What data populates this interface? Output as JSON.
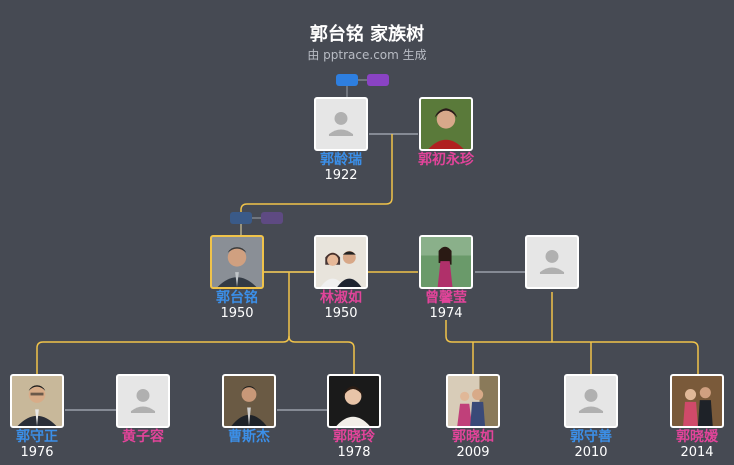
{
  "title": "郭台铭 家族树",
  "subtitle": "由 pptrace.com 生成",
  "colors": {
    "background": "#464a53",
    "male": "#3b8fe8",
    "female": "#e2449a",
    "line_gold": "#f0c34a",
    "line_gray": "#9aa0aa",
    "highlight_border": "#f0c34a"
  },
  "people": {
    "guo_lingrui": {
      "name": "郭龄瑞",
      "year": "1922",
      "gender": "male",
      "photo": "placeholder"
    },
    "guo_chu_yongzhen": {
      "name": "郭初永珍",
      "year": "",
      "gender": "female",
      "photo": "elderly-woman-portrait"
    },
    "guo_taiming": {
      "name": "郭台铭",
      "year": "1950",
      "gender": "male",
      "photo": "man-portrait",
      "highlight": true
    },
    "lin_shuru": {
      "name": "林淑如",
      "year": "1950",
      "gender": "female",
      "photo": "couple-portrait"
    },
    "zeng_xinying": {
      "name": "曾馨莹",
      "year": "1974",
      "gender": "female",
      "photo": "woman-pink-dress"
    },
    "unknown_spouse": {
      "name": "",
      "year": "",
      "gender": "male",
      "photo": "placeholder"
    },
    "guo_shouzheng": {
      "name": "郭守正",
      "year": "1976",
      "gender": "male",
      "photo": "young-man-suit"
    },
    "huang_zirong": {
      "name": "黄子容",
      "year": "",
      "gender": "female",
      "photo": "placeholder"
    },
    "cao_sijie": {
      "name": "曹斯杰",
      "year": "",
      "gender": "male",
      "photo": "man-suit"
    },
    "guo_xiaoling": {
      "name": "郭晓玲",
      "year": "1978",
      "gender": "female",
      "photo": "woman-portrait"
    },
    "guo_xiaoru": {
      "name": "郭晓如",
      "year": "2009",
      "gender": "female",
      "photo": "family-photo"
    },
    "guo_shoushan": {
      "name": "郭守善",
      "year": "2010",
      "gender": "male",
      "photo": "placeholder"
    },
    "guo_xiaoyuan": {
      "name": "郭晓嫒",
      "year": "2014",
      "gender": "female",
      "photo": "family-photo"
    }
  }
}
